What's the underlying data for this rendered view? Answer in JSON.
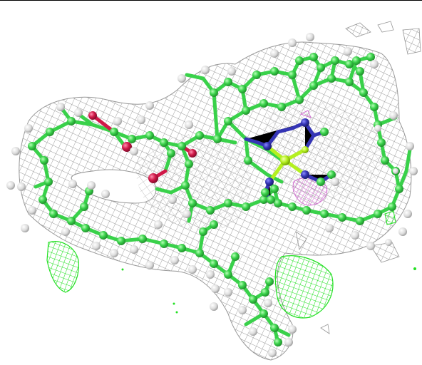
{
  "viewer": {
    "description_free": true,
    "colors": {
      "background": "#ffffff",
      "border": "#000000",
      "density_mesh": "#8c8c8c",
      "carbon": "#39d14a",
      "hydrogen": "#dcdcdc",
      "nitrogen": "#3535b5",
      "oxygen": "#d01848",
      "metal": "#b4f020",
      "difference_map_positive": "#22e022",
      "difference_map_violet": "#d070d0"
    },
    "icons": [
      "electron-density-mesh",
      "ball-and-stick-molecule",
      "difference-density-blob"
    ]
  }
}
